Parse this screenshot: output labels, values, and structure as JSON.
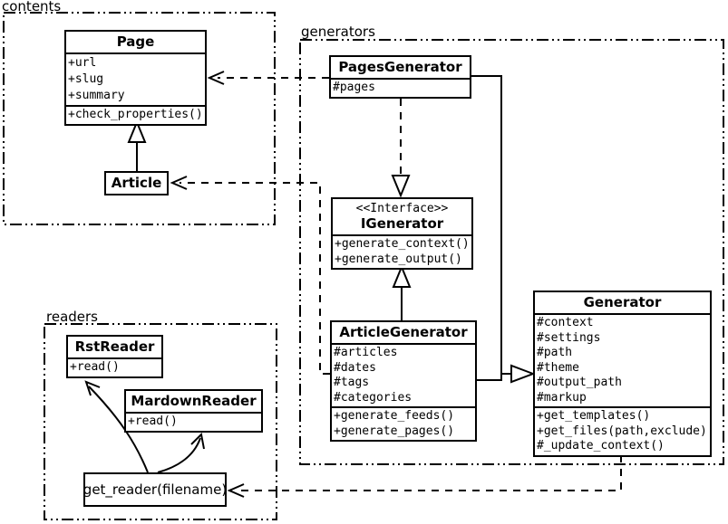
{
  "diagram": {
    "packages": {
      "contents": {
        "label": "contents"
      },
      "generators": {
        "label": "generators"
      },
      "readers": {
        "label": "readers"
      }
    },
    "classes": {
      "page": {
        "name": "Page",
        "attributes": [
          "+url",
          "+slug",
          "+summary"
        ],
        "methods": [
          "+check_properties()"
        ]
      },
      "article": {
        "name": "Article"
      },
      "pages_generator": {
        "name": "PagesGenerator",
        "attributes": [
          "#pages"
        ]
      },
      "igenerator": {
        "stereotype": "<<Interface>>",
        "name": "IGenerator",
        "methods": [
          "+generate_context()",
          "+generate_output()"
        ]
      },
      "article_generator": {
        "name": "ArticleGenerator",
        "attributes": [
          "#articles",
          "#dates",
          "#tags",
          "#categories"
        ],
        "methods": [
          "+generate_feeds()",
          "+generate_pages()"
        ]
      },
      "generator": {
        "name": "Generator",
        "attributes": [
          "#context",
          "#settings",
          "#path",
          "#theme",
          "#output_path",
          "#markup"
        ],
        "methods": [
          "+get_templates()",
          "+get_files(path,exclude)",
          "#_update_context()"
        ]
      },
      "rst_reader": {
        "name": "RstReader",
        "methods": [
          "+read()"
        ]
      },
      "mardown_reader": {
        "name": "MardownReader",
        "methods": [
          "+read()"
        ]
      },
      "get_reader": {
        "label": "get_reader(filename)"
      }
    },
    "colors": {
      "line": "#000000",
      "background": "#ffffff",
      "box_fill": "#ffffff"
    }
  }
}
